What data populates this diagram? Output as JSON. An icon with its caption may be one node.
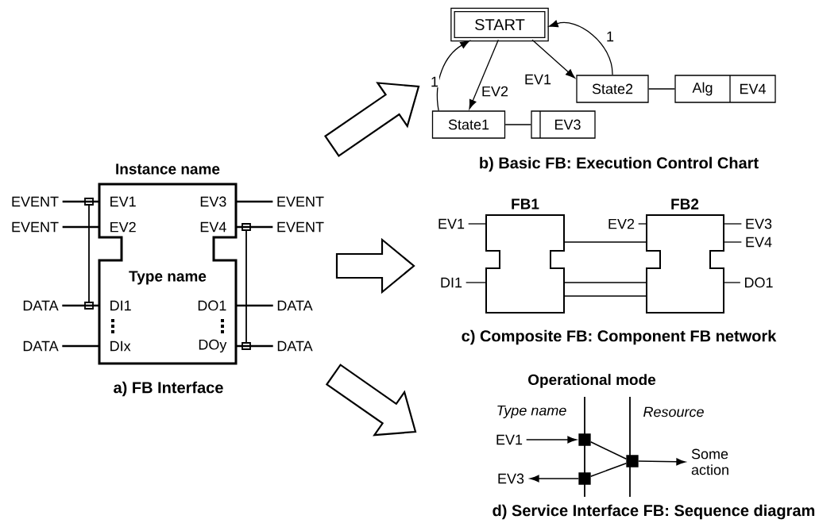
{
  "diagram": {
    "nodes": [
      {
        "text": [
          "Instance name",
          "Type name"
        ]
      },
      {
        "text": [
          "EVENT"
        ]
      },
      {
        "text": [
          "EVENT"
        ]
      },
      {
        "text": [
          "DATA"
        ]
      },
      {
        "text": [
          "DATA"
        ]
      },
      {
        "text": [
          "EVENT"
        ]
      },
      {
        "text": [
          "EVENT"
        ]
      },
      {
        "text": [
          "DATA"
        ]
      },
      {
        "text": [
          "DATA"
        ]
      },
      {
        "text": [
          "START"
        ]
      },
      {
        "text": [
          "State1"
        ]
      },
      {
        "text": [
          "State2"
        ]
      },
      {
        "text": [
          "EV3"
        ]
      },
      {
        "text": [
          "Alg",
          "EV4"
        ]
      },
      {
        "text": [
          "FB1"
        ]
      },
      {
        "text": [
          "FB2"
        ]
      },
      {
        "text": [
          "EV1"
        ]
      },
      {
        "text": [
          "DI1"
        ]
      },
      {
        "text": [
          "EV2"
        ]
      },
      {
        "text": [
          "EV3"
        ]
      },
      {
        "text": [
          "EV4"
        ]
      },
      {
        "text": [
          "DO1"
        ]
      },
      {
        "text": [
          "EV1"
        ]
      },
      {
        "text": [
          "EV3"
        ]
      },
      {
        "text": [],
        "shape": "box"
      },
      {
        "text": [],
        "shape": "box"
      },
      {
        "text": [],
        "shape": "box"
      },
      {
        "text": [
          "Some action"
        ]
      }
    ],
    "edges": [
      {
        "from": 1,
        "to": 0,
        "arrow": "none"
      },
      {
        "from": 2,
        "to": 0,
        "arrow": "none"
      },
      {
        "from": 3,
        "to": 0,
        "arrow": "none"
      },
      {
        "from": 4,
        "to": 0,
        "arrow": "none"
      },
      {
        "from": 5,
        "to": 0,
        "arrow": "none"
      },
      {
        "from": 6,
        "to": 0,
        "arrow": "none"
      },
      {
        "from": 7,
        "to": 0,
        "arrow": "none"
      },
      {
        "from": 8,
        "to": 0,
        "arrow": "none"
      },
      {
        "from": 9,
        "to": 10,
        "arrow": "to",
        "label": "EV2"
      },
      {
        "from": 10,
        "to": 9,
        "arrow": "to",
        "label": "1"
      },
      {
        "from": 9,
        "to": 11,
        "arrow": "to",
        "label": "EV1"
      },
      {
        "from": 11,
        "to": 9,
        "arrow": "to",
        "label": "1"
      },
      {
        "from": 10,
        "to": 12,
        "arrow": "none"
      },
      {
        "from": 11,
        "to": 13,
        "arrow": "none"
      },
      {
        "from": 16,
        "to": 14,
        "arrow": "none"
      },
      {
        "from": 17,
        "to": 14,
        "arrow": "none"
      },
      {
        "from": 18,
        "to": 15,
        "arrow": "none"
      },
      {
        "from": 15,
        "to": 19,
        "arrow": "none"
      },
      {
        "from": 15,
        "to": 20,
        "arrow": "none"
      },
      {
        "from": 15,
        "to": 21,
        "arrow": "none"
      },
      {
        "from": 14,
        "to": 15,
        "arrow": "none"
      },
      {
        "from": 14,
        "to": 15,
        "arrow": "none"
      },
      {
        "from": 14,
        "to": 15,
        "arrow": "none"
      },
      {
        "from": 22,
        "to": 24,
        "arrow": "to"
      },
      {
        "from": 24,
        "to": 26,
        "arrow": "none"
      },
      {
        "from": 25,
        "to": 26,
        "arrow": "none"
      },
      {
        "from": 25,
        "to": 23,
        "arrow": "to"
      },
      {
        "from": 26,
        "to": 27,
        "arrow": "to"
      }
    ],
    "labels": [
      "EV1",
      "EV2",
      "DI1",
      "DIx",
      "EV3",
      "EV4",
      "DO1",
      "DOy",
      "a) FB Interface",
      "b) Basic FB: Execution Control Chart",
      "c) Composite FB: Component FB network",
      "Operational mode",
      "Type name",
      "Resource",
      "d) Service Interface FB: Sequence diagram"
    ]
  }
}
